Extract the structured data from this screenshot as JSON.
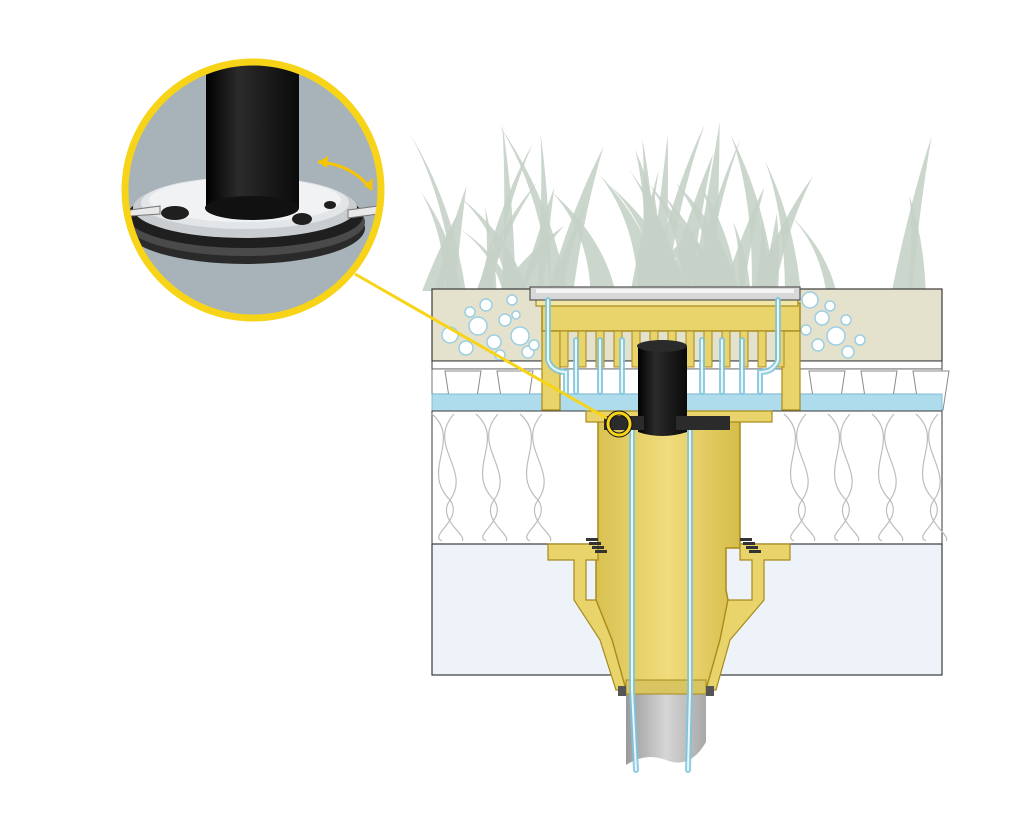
{
  "diagram": {
    "subject": "green-roof-drain-cross-section",
    "layers": [
      {
        "key": "vegetation",
        "icon": "grass-icon"
      },
      {
        "key": "substrate",
        "icon": "gravel-icon"
      },
      {
        "key": "drainage-board",
        "icon": "drainage-board-icon"
      },
      {
        "key": "waterproofing",
        "icon": "membrane-icon"
      },
      {
        "key": "insulation",
        "icon": "insulation-icon"
      },
      {
        "key": "deck",
        "icon": "deck-icon"
      }
    ],
    "components": [
      {
        "key": "grate",
        "icon": "grate-icon"
      },
      {
        "key": "drain-body",
        "icon": "drain-body-icon"
      },
      {
        "key": "standpipe",
        "icon": "standpipe-icon"
      },
      {
        "key": "outlet-pipe",
        "icon": "pipe-icon"
      },
      {
        "key": "water-flow",
        "icon": "water-flow-icon"
      }
    ],
    "callout": {
      "icon": "magnifier-callout-icon",
      "rotation_arrow": "rotate-arrow-icon"
    }
  },
  "colors": {
    "callout_ring": "#f7d417",
    "drain_body": "#e9d36b",
    "drain_outline": "#a88a1c",
    "water": "#aedced",
    "water_line": "#7cc4dc",
    "standpipe": "#151515",
    "substrate": "#e4e1cc",
    "grass": "#c5d1c7",
    "deck": "#edf3f8",
    "insulation_line": "#bdbdbd",
    "callout_bg": "#a7b3b9",
    "pipe_grey": "#c8c8c8"
  }
}
